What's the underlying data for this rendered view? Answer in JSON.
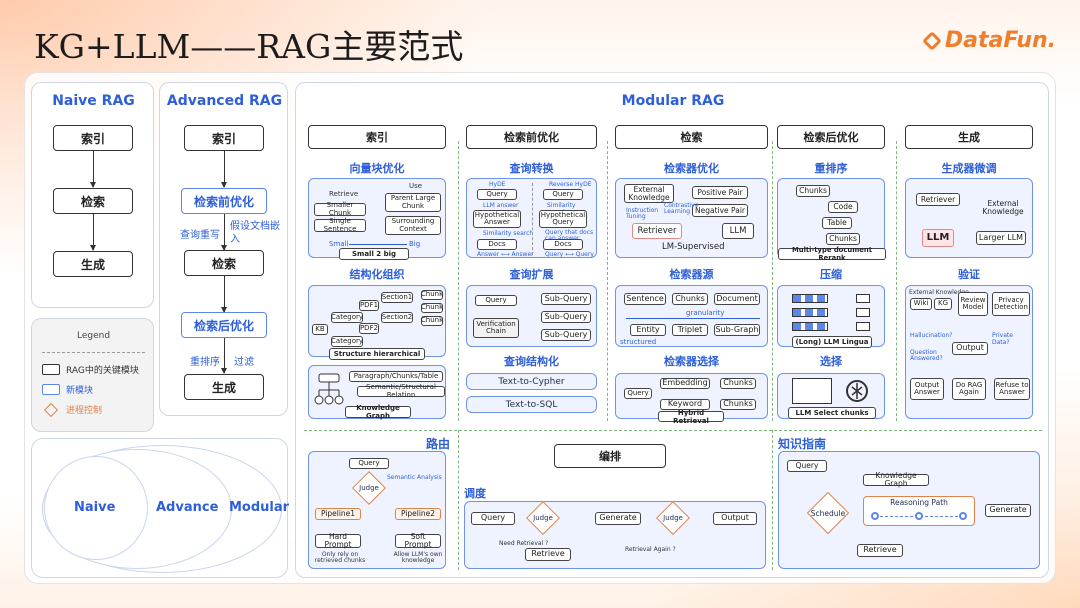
{
  "title": "KG+LLM——RAG主要范式",
  "logo": "DataFun.",
  "naive": {
    "title": "Naive RAG",
    "steps": [
      "索引",
      "检索",
      "生成"
    ]
  },
  "advanced": {
    "title": "Advanced RAG",
    "steps": [
      "索引",
      "检索前优化",
      "检索",
      "检索后优化",
      "生成"
    ],
    "notes": [
      "查询重写",
      "假设文档嵌入",
      "重排序",
      "过滤"
    ]
  },
  "legend": {
    "title": "Legend",
    "items": [
      "RAG中的关键模块",
      "新模块",
      "进程控制"
    ]
  },
  "circles": [
    "Naive",
    "Advance",
    "Modular"
  ],
  "modular": {
    "title": "Modular RAG",
    "columns": [
      "索引",
      "检索前优化",
      "检索",
      "检索后优化",
      "生成"
    ],
    "sections": {
      "index": [
        "向量块优化",
        "结构化组织"
      ],
      "pre": [
        "查询转换",
        "查询扩展",
        "查询结构化"
      ],
      "retr": [
        "检索器优化",
        "检索器源",
        "检索器选择"
      ],
      "post": [
        "重排序",
        "压缩",
        "选择"
      ],
      "gen": [
        "生成器微调",
        "验证"
      ]
    },
    "bottom": {
      "routing": "路由",
      "orchestration": "编排",
      "scheduling": "调度",
      "knowledge": "知识指南"
    }
  },
  "cards": {
    "chunk_opt": {
      "use": "Use",
      "retrieve": "Retrieve",
      "smaller": "Smaller Chunk",
      "single": "Single Sentence",
      "parent": "Parent Large Chunk",
      "surround": "Surrounding Context",
      "small": "Small",
      "big": "Big",
      "caption": "Small 2 big"
    },
    "struct": {
      "kb": "KB",
      "category": "Category",
      "pdf1": "PDF1",
      "pdf2": "PDF2",
      "section1": "Section1",
      "section2": "Section2",
      "chunk": "Chunk",
      "caption": "Structure hierarchical"
    },
    "kg": {
      "line1": "Paragraph/Chunks/Table",
      "line2": "Semantic/Structural Relation",
      "caption": "Knowledge Graph"
    },
    "query_trans": {
      "hyde": "HyDE",
      "rev_hyde": "Reverse HyDE",
      "query": "Query",
      "llm_answer": "LLM answer",
      "sim_search": "Similarity search",
      "hyp_answer": "Hypothetical Answer",
      "hyp_query": "Hypothetical Query",
      "docs": "Docs",
      "answer_answer": "Answer ⟷ Answer",
      "query_query": "Query ⟷ Query",
      "qdocs": "Query that docs can answer"
    },
    "query_exp": {
      "query": "Query",
      "verif": "Verification Chain",
      "sub": "Sub-Query"
    },
    "query_struct": [
      "Text-to-Cypher",
      "Text-to-SQL"
    ],
    "retr_opt": {
      "ext": "External Knowledge",
      "pos": "Positive Pair",
      "neg": "Negative Pair",
      "retriever": "Retriever",
      "llm": "LLM",
      "instr": "Instruction Tuning",
      "contrast": "Contrastive Learning",
      "supervised": "LM-Supervised"
    },
    "retr_src": {
      "top": [
        "Sentence",
        "Chunks",
        "Document"
      ],
      "bottom": [
        "Entity",
        "Triplet",
        "Sub-Graph"
      ],
      "granularity": "granularity",
      "structured": "structured"
    },
    "retr_sel": {
      "query": "Query",
      "embedding": "Embedding",
      "keyword": "Keyword",
      "chunks": "Chunks",
      "caption": "Hybrid Retrieval"
    },
    "rerank": {
      "chunks": "Chunks",
      "code": "Code",
      "table": "Table",
      "caption": "Multi-type document Rerank"
    },
    "compress": {
      "caption": "(Long) LLM Lingua"
    },
    "select": {
      "caption": "LLM Select chunks"
    },
    "gen_ft": {
      "retriever": "Retriever",
      "external": "External Knowledge",
      "llm": "LLM",
      "larger": "Larger LLM"
    },
    "verify": {
      "ext": "External Knowledge",
      "wiki": "Wiki",
      "kg": "KG",
      "review": "Review Model",
      "privacy": "Privacy Detection",
      "halluc": "Hallucination?",
      "private": "Private Data?",
      "question": "Question Answered?",
      "output": "Output",
      "out_answer": "Output Answer",
      "do_rag": "Do RAG Again",
      "refuse": "Refuse to Answer"
    },
    "routing": {
      "query": "Query",
      "semantic": "Semantic Analysis",
      "judge": "Judge",
      "p1": "Pipeline1",
      "p2": "Pipeline2",
      "hard": "Hard Prompt",
      "soft": "Soft Prompt",
      "hard_note": "Only rely on retrieved chunks",
      "soft_note": "Allow LLM's own knowledge"
    },
    "sched": {
      "query": "Query",
      "judge": "Judge",
      "generate": "Generate",
      "output": "Output",
      "retrieve": "Retrieve",
      "need": "Need Retrieval ?",
      "again": "Retrieval Again ?"
    },
    "kguide": {
      "query": "Query",
      "kgraph": "Knowledge Graph",
      "schedule": "Schedule",
      "reasoning": "Reasoning Path",
      "generate": "Generate",
      "retrieve": "Retrieve"
    }
  }
}
